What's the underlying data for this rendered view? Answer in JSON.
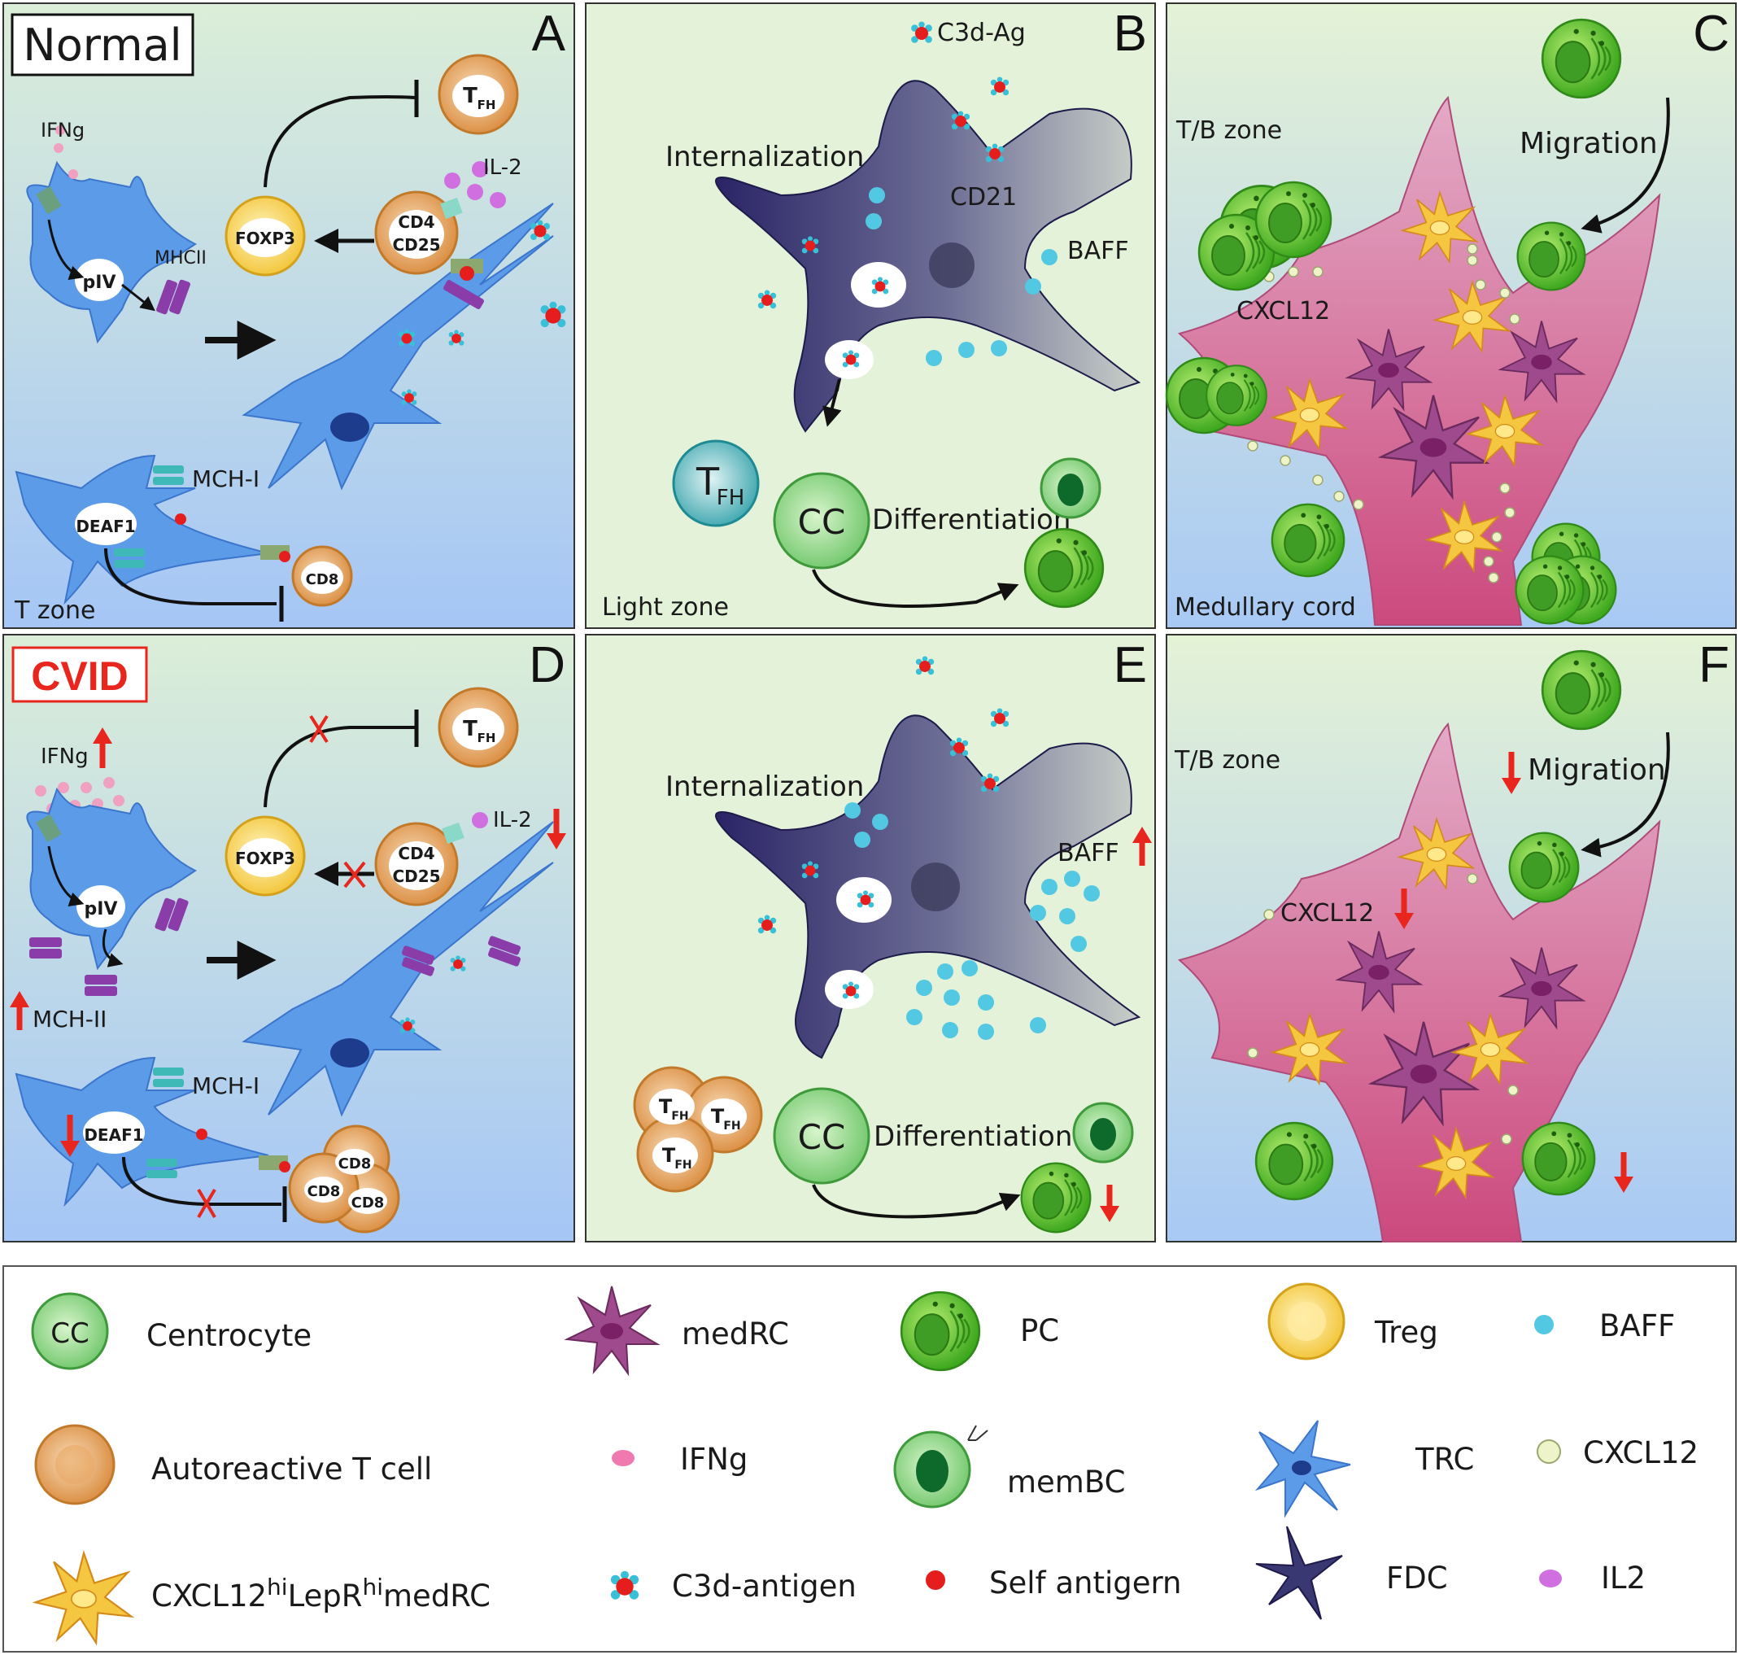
{
  "panels": {
    "A": {
      "letter": "A",
      "condition": "Normal",
      "zone": "T zone",
      "labels": {
        "ifng": "IFNg",
        "mhcii": "MHCII",
        "piv": "pIV",
        "il2": "IL-2",
        "foxp3": "FOXP3",
        "cd4": "CD4",
        "cd25": "CD25",
        "tfh": "T",
        "tfh_sub": "FH",
        "mchi": "MCH-I",
        "deaf1": "DEAF1",
        "cd8": "CD8"
      }
    },
    "B": {
      "letter": "B",
      "zone": "Light zone",
      "labels": {
        "c3dag": "C3d-Ag",
        "internalization": "Internalization",
        "cd21": "CD21",
        "baff": "BAFF",
        "tfh": "T",
        "tfh_sub": "FH",
        "cc": "CC",
        "differentiation": "Differentiation"
      }
    },
    "C": {
      "letter": "C",
      "zone_top": "T/B zone",
      "zone_bottom": "Medullary cord",
      "labels": {
        "migration": "Migration",
        "cxcl12": "CXCL12"
      }
    },
    "D": {
      "letter": "D",
      "condition": "CVID",
      "labels": {
        "ifng": "IFNg",
        "piv": "pIV",
        "il2": "IL-2",
        "foxp3": "FOXP3",
        "cd4": "CD4",
        "cd25": "CD25",
        "tfh": "T",
        "tfh_sub": "FH",
        "mchii": "MCH-II",
        "mchi": "MCH-I",
        "deaf1": "DEAF1",
        "cd8": "CD8"
      }
    },
    "E": {
      "letter": "E",
      "labels": {
        "internalization": "Internalization",
        "baff": "BAFF",
        "tfh": "T",
        "tfh_sub": "FH",
        "cc": "CC",
        "differentiation": "Differentiation"
      }
    },
    "F": {
      "letter": "F",
      "zone_top": "T/B zone",
      "labels": {
        "migration": "Migration",
        "cxcl12": "CXCL12"
      }
    }
  },
  "legend": [
    {
      "icon": "centrocyte-icon",
      "label": "Centrocyte"
    },
    {
      "icon": "medrc-icon",
      "label": "medRC"
    },
    {
      "icon": "pc-icon",
      "label": "PC"
    },
    {
      "icon": "treg-icon",
      "label": "Treg"
    },
    {
      "icon": "baff-icon",
      "label": "BAFF"
    },
    {
      "icon": "autoreactive-t-cell-icon",
      "label": "Autoreactive T cell"
    },
    {
      "icon": "ifng-icon",
      "label": "IFNg"
    },
    {
      "icon": "membc-icon",
      "label": "memBC"
    },
    {
      "icon": "trc-icon",
      "label": "TRC"
    },
    {
      "icon": "cxcl12-icon",
      "label": "CXCL12"
    },
    {
      "icon": "cxcl12-medrc-icon",
      "label": "CXCL12",
      "sup1": "hi",
      "mid": "LepR",
      "sup2": "hi",
      "tail": "medRC"
    },
    {
      "icon": "c3d-antigen-icon",
      "label": "C3d-antigen"
    },
    {
      "icon": "self-antigen-icon",
      "label": "Self antigern"
    },
    {
      "icon": "fdc-icon",
      "label": "FDC"
    },
    {
      "icon": "il2-icon",
      "label": "IL2"
    }
  ],
  "colors": {
    "blue_panel": "#a8c8f5",
    "green_panel": "#e2f3d8",
    "accent_red": "#e8261e",
    "dc_blue": "#4a8fe8",
    "fdc_navy": "#2c2a66",
    "plasma_green": "#5cc838",
    "stroma_pink": "#c85a8a"
  }
}
